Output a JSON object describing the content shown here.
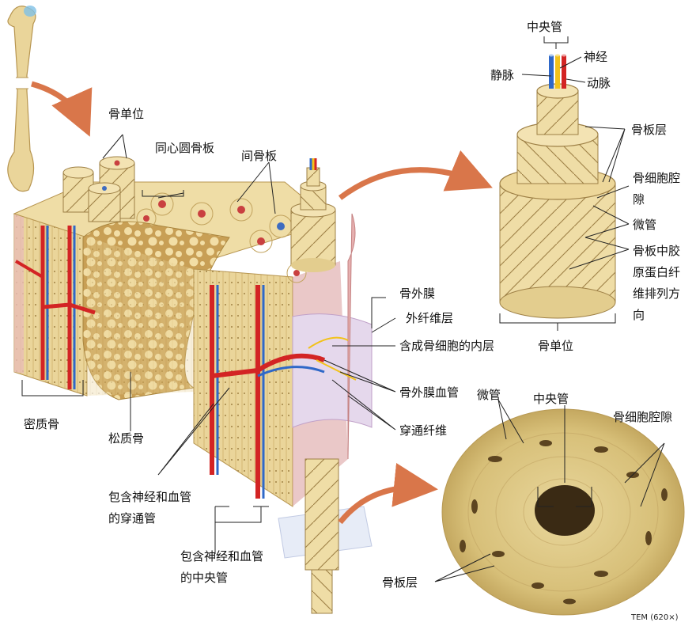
{
  "colors": {
    "bone": "#EAD59A",
    "bone_dark": "#C9A85A",
    "bone_light": "#F5E6B8",
    "spongy": "#D8B870",
    "artery": "#D32424",
    "vein": "#2F68C8",
    "nerve": "#F2C21A",
    "periosteum": "#E9B8B8",
    "arrow": "#D9764A",
    "leader": "#222222"
  },
  "icons": [
    "long-bone-icon",
    "arrow-icon"
  ],
  "labels": {
    "osteon_main": "骨单位",
    "concentric_lamellae": "同心圆骨板",
    "interstitial_lamellae": "间骨板",
    "compact_bone": "密质骨",
    "spongy_bone": "松质骨",
    "perforating_canal": "包含神经和血管的穿通管",
    "central_canal_vessels": "包含神经和血管的中央管",
    "periosteum": "骨外膜",
    "outer_fibrous_layer": "外纤维层",
    "inner_osteogenic_layer": "含成骨细胞的内层",
    "periosteal_vessel": "骨外膜血管",
    "perforating_fibers": "穿通纤维",
    "central_canal_top": "中央管",
    "vein": "静脉",
    "nerve": "神经",
    "artery": "动脉",
    "lamellae_top": "骨板层",
    "lacunae": "骨细胞腔隙",
    "canaliculi_top": "微管",
    "collagen_fibers": "骨板中胶原蛋白纤维排列方向",
    "osteon_top": "骨单位",
    "canaliculi_micro": "微管",
    "central_canal_micro": "中央管",
    "lacunae_micro": "骨细胞腔隙",
    "lamellae_micro": "骨板层",
    "tem": "TEM (620×)"
  }
}
